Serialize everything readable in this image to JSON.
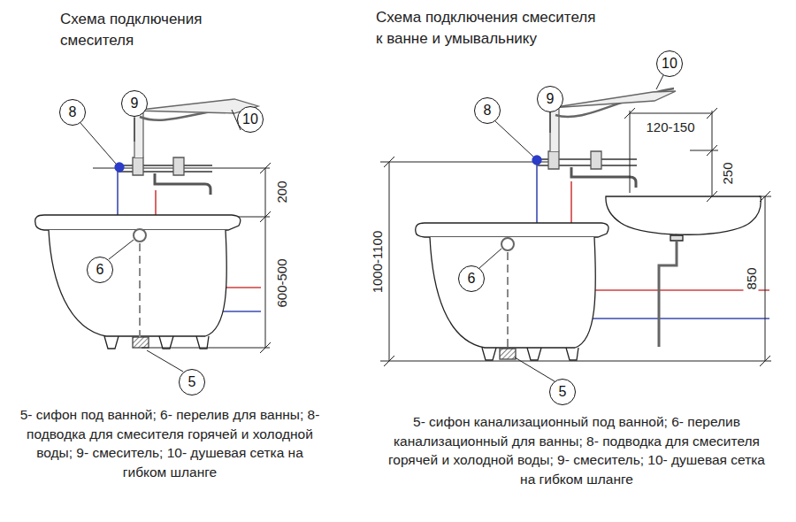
{
  "diagram": {
    "nodes": [
      {
        "text": [
          "8"
        ]
      },
      {
        "text": [
          "9"
        ]
      },
      {
        "text": [
          "10"
        ]
      },
      {
        "text": [
          "6"
        ]
      },
      {
        "text": [
          "5"
        ]
      },
      {
        "text": [
          "8"
        ]
      },
      {
        "text": [
          "9"
        ]
      },
      {
        "text": [
          "10"
        ]
      },
      {
        "text": [
          "6"
        ]
      },
      {
        "text": [
          "5"
        ]
      }
    ],
    "labels": [
      "Схема подключения смесителя",
      "Схема подключения смесителя к ванне и умывальнику",
      "200",
      "600-500",
      "120-150",
      "250",
      "1000-1100",
      "850",
      "5- сифон под ванной; 6- перелив для ванны; 8- подводка для смесителя горячей и холодной воды; 9- смеситель; 10- душевая сетка на гибком шланге",
      "5- сифон канализационный под ванной; 6- перелив канализационный для ванны; 8- подводка для смесителя горячей и холодной воды; 9- смеситель; 10- душевая сетка на гибком шланге"
    ]
  }
}
